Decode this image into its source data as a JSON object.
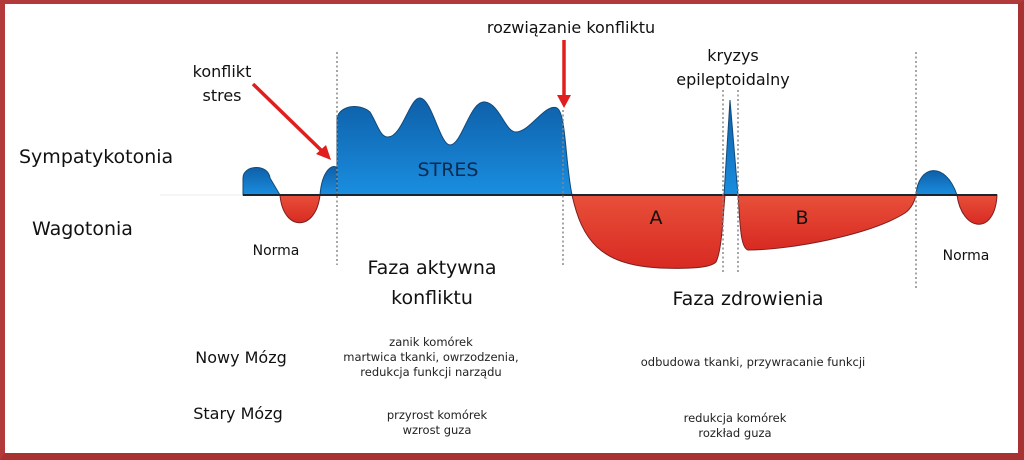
{
  "diagram": {
    "title": "",
    "axis_labels": {
      "sympathicotonia": "Sympatykotonia",
      "vagotonia": "Wagotonia"
    },
    "annotations": {
      "conflict_line1": "konflikt",
      "conflict_line2": "stres",
      "resolution": "rozwiązanie konfliktu",
      "crisis_line1": "kryzys",
      "crisis_line2": "epileptoidalny"
    },
    "regions": {
      "stress": "STRES",
      "a": "A",
      "b": "B",
      "norm_left": "Norma",
      "norm_right": "Norma"
    },
    "phases": {
      "active_line1": "Faza aktywna",
      "active_line2": "konfliktu",
      "healing": "Faza zdrowienia"
    },
    "table": {
      "rows": [
        {
          "label": "Nowy Mózg",
          "active": [
            "zanik komórek",
            "martwica tkanki, owrzodzenia,",
            "redukcja funkcji narządu"
          ],
          "healing": [
            "odbudowa tkanki, przywracanie funkcji"
          ]
        },
        {
          "label": "Stary Mózg",
          "active": [
            "przyrost komórek",
            "wzrost guza"
          ],
          "healing": [
            "redukcja komórek",
            "rozkład guza"
          ]
        }
      ]
    },
    "colors": {
      "frame": "#b23a3a",
      "sympathicotonia_fill": "#1878c8",
      "vagotonia_fill": "#e03a2e",
      "arrow": "#e01e1e",
      "baseline": "#1a2530"
    }
  }
}
